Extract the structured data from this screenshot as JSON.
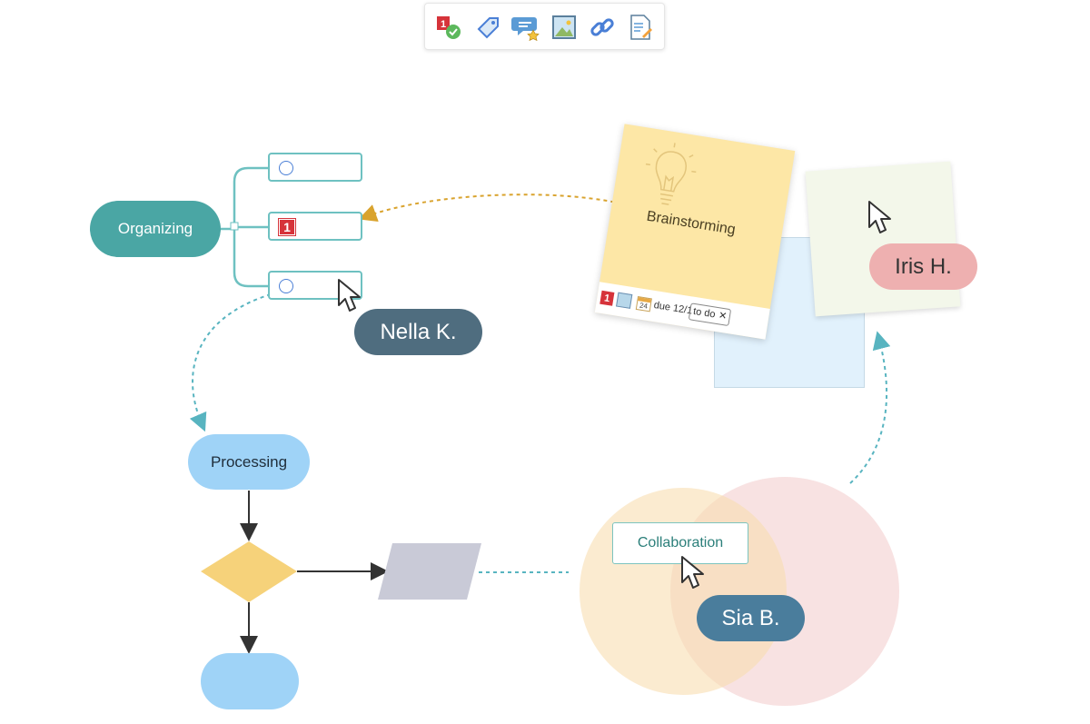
{
  "toolbar": {
    "items": [
      {
        "name": "task-icon"
      },
      {
        "name": "tag-icon"
      },
      {
        "name": "comment-icon"
      },
      {
        "name": "image-icon"
      },
      {
        "name": "link-icon"
      },
      {
        "name": "note-icon"
      }
    ]
  },
  "mindmap": {
    "root": "Organizing",
    "priority_label": "1"
  },
  "flowchart": {
    "start": "Processing"
  },
  "sticky": {
    "title": "Brainstorming",
    "priority_label": "1",
    "calendar_day": "24",
    "due": "due 12/1",
    "tag": "to do",
    "tag_remove": "✕"
  },
  "venn": {
    "label": "Collaboration"
  },
  "collaborators": {
    "nella": "Nella K.",
    "sia": "Sia B.",
    "iris": "Iris H."
  },
  "colors": {
    "teal": "#4aa6a4",
    "sky": "#9fd3f7",
    "diamond": "#f6d27a",
    "parallelogram": "#c9cad7",
    "sticky_yellow": "#fde7a6",
    "venn_left": "#fbe8c4",
    "venn_right": "#f8dcdc"
  }
}
